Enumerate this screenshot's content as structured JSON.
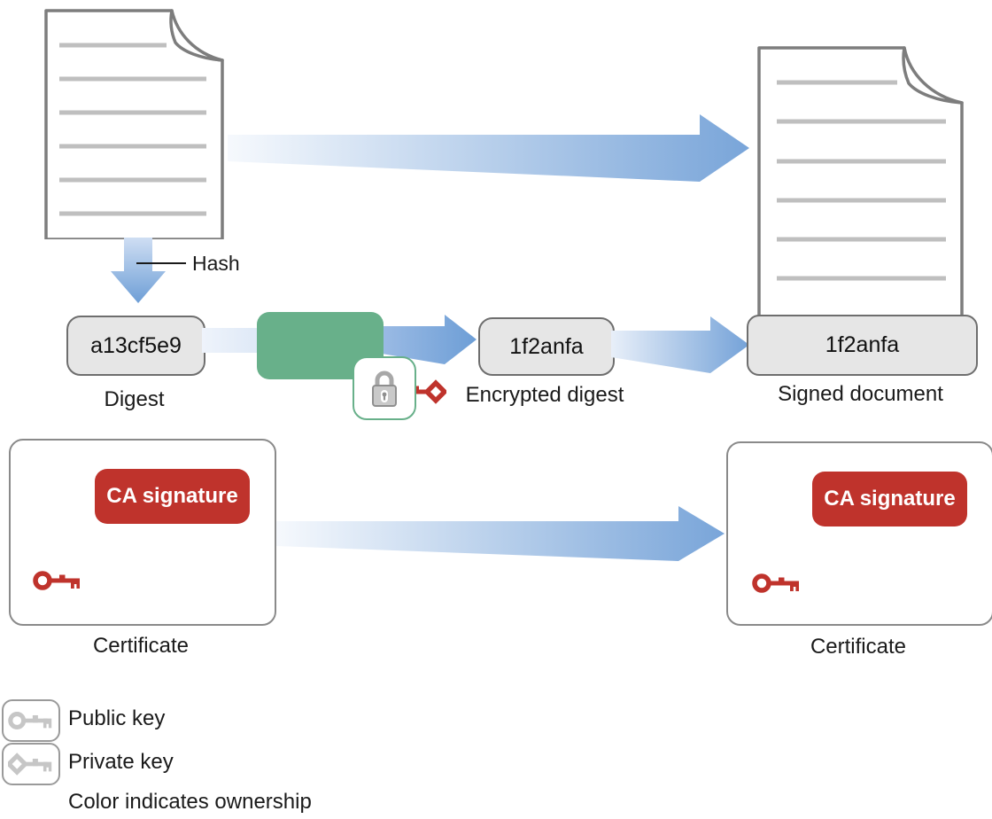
{
  "diagram": {
    "hash_label": "Hash",
    "digest": {
      "value": "a13cf5e9",
      "caption": "Digest"
    },
    "encrypted_digest": {
      "value": "1f2anfa",
      "caption": "Encrypted digest"
    },
    "signed_document": {
      "value": "1f2anfa",
      "caption": "Signed document"
    },
    "certificate_left": {
      "badge": "CA signature",
      "caption": "Certificate"
    },
    "certificate_right": {
      "badge": "CA signature",
      "caption": "Certificate"
    },
    "legend": {
      "public_key": "Public key",
      "private_key": "Private key",
      "note": "Color indicates ownership"
    },
    "icons": {
      "document": "document-icon",
      "hash_arrow": "down-arrow-icon",
      "encrypt": "lock-icon",
      "private_key": "private-key-icon",
      "public_key": "public-key-icon"
    }
  },
  "colors": {
    "arrow_blue": "#79a5d9",
    "arrow_blue_light": "#f6f9fd",
    "green_box": "#68b08a",
    "red": "#bf332c",
    "box_gray_fill": "#e6e6e6",
    "box_gray_border": "#6e6e6e",
    "doc_border": "#7d7d7d",
    "doc_line": "#bfbfbf",
    "key_gray": "#c6c6c6"
  }
}
